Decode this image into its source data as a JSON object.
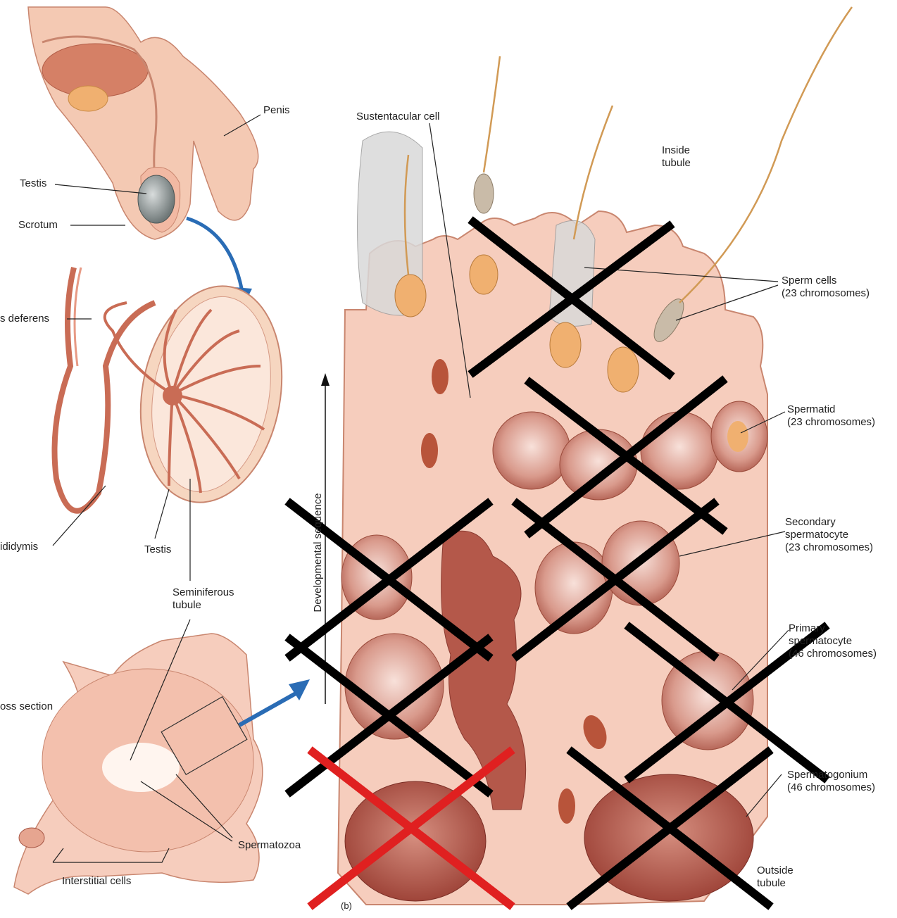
{
  "labels": {
    "penis": "Penis",
    "testis_top": "Testis",
    "scrotum": "Scrotum",
    "ductus_deferens": "s deferens",
    "epididymis": "ididymis",
    "testis_mid": "Testis",
    "seminiferous": "Seminiferous\ntubule",
    "cross_section": "oss section",
    "spermatozoa": "Spermatozoa",
    "interstitial": "Interstitial cells",
    "sustentacular": "Sustentacular cell",
    "inside_tubule": "Inside\ntubule",
    "sperm_cells": "Sperm cells\n(23 chromosomes)",
    "spermatid": "Spermatid\n(23 chromosomes)",
    "secondary": "Secondary\nspermatocyte\n(23 chromosomes)",
    "primary": "Primary\nspermatocyte\n(46 chromosomes)",
    "spermatogonium": "Spermatogonium\n(46 chromosomes)",
    "outside_tubule": "Outside\ntubule",
    "developmental": "Developmental sequence",
    "panel_b": "(b)"
  },
  "colors": {
    "tissue": "#f6cdbd",
    "tissue_dark": "#e9a996",
    "cell_dark": "#b4584a",
    "sperm_head": "#f0b070",
    "arrow_blue": "#2a6cb5",
    "cross_black": "#000000",
    "cross_red": "#e02020"
  }
}
